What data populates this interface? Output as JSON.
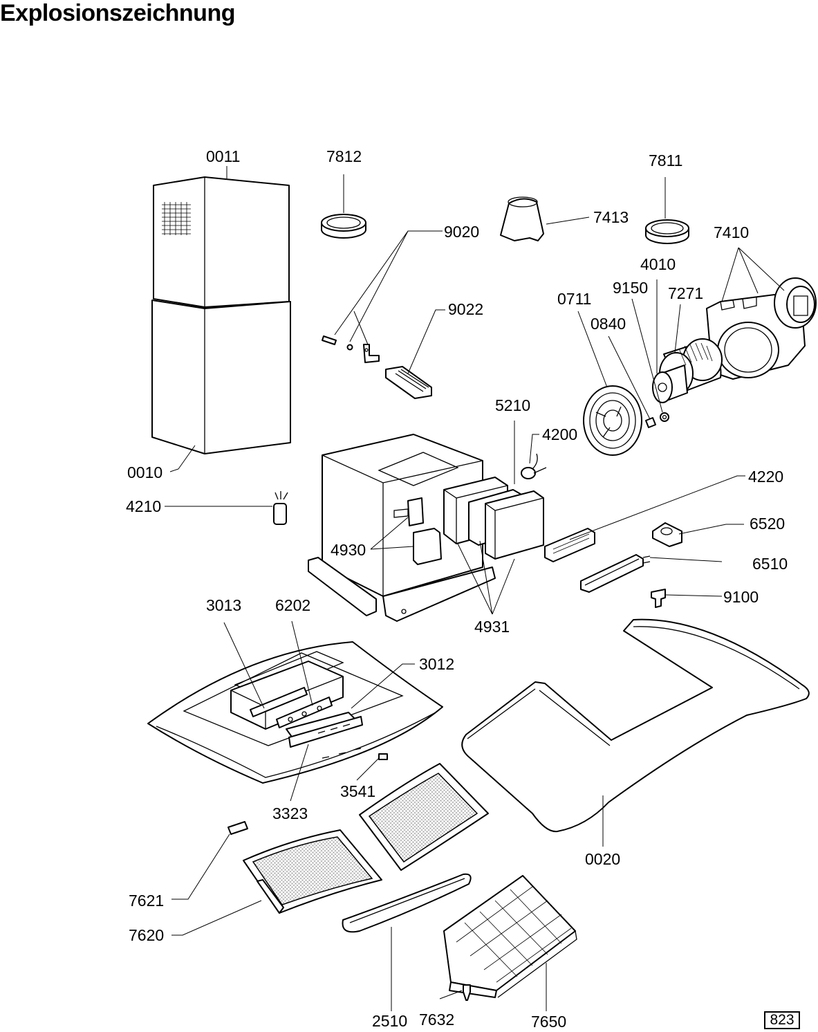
{
  "title": "Explosionszeichnung",
  "page_number": "823",
  "labels": {
    "p0011": "0011",
    "p7812": "7812",
    "p7811": "7811",
    "p9020": "9020",
    "p7413": "7413",
    "p7410": "7410",
    "p4010": "4010",
    "p9150": "9150",
    "p7271": "7271",
    "p0711": "0711",
    "p0840": "0840",
    "p9022": "9022",
    "p5210": "5210",
    "p4200": "4200",
    "p0010": "0010",
    "p4220": "4220",
    "p4210": "4210",
    "p6520": "6520",
    "p4930": "4930",
    "p6510": "6510",
    "p9100": "9100",
    "p3013": "3013",
    "p6202": "6202",
    "p4931": "4931",
    "p3012": "3012",
    "p3541": "3541",
    "p3323": "3323",
    "p0020": "0020",
    "p7621": "7621",
    "p7620": "7620",
    "p2510": "2510",
    "p7632": "7632",
    "p7650": "7650"
  }
}
